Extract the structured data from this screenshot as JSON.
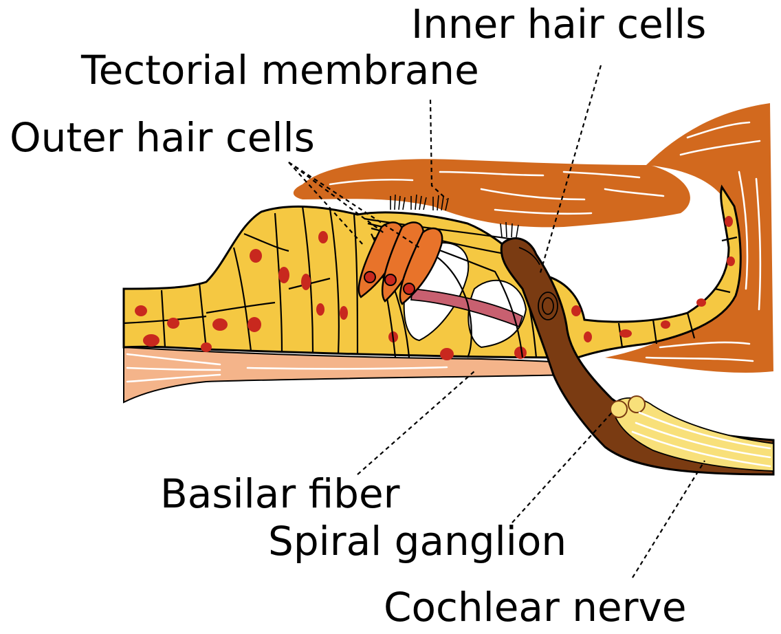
{
  "labels": {
    "inner_hair_cells": "Inner hair cells",
    "tectorial_membrane": "Tectorial membrane",
    "outer_hair_cells": "Outer hair cells",
    "basilar_fiber": "Basilar fiber",
    "spiral_ganglion": "Spiral ganglion",
    "cochlear_nerve": "Cochlear nerve"
  },
  "colors": {
    "support_cells": "#F5C842",
    "nuclei": "#C8281E",
    "tectorial": "#D2691E",
    "outer_hair": "#E8732A",
    "nerve": "#7A3B12",
    "basilar": "#F4B48A",
    "ganglion": "#F8E07A"
  }
}
